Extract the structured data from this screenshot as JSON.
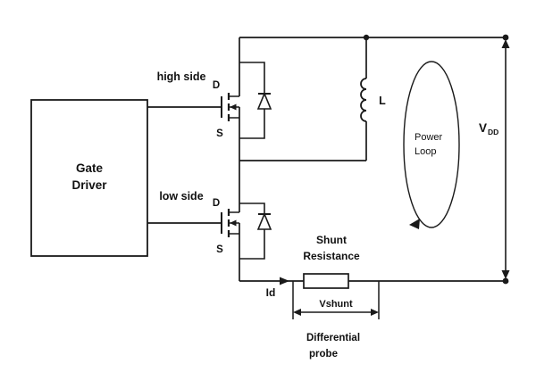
{
  "labels": {
    "gate_driver_1": "Gate",
    "gate_driver_2": "Driver",
    "high_side": "high side",
    "low_side": "low side",
    "drain_high": "D",
    "source_high": "S",
    "drain_low": "D",
    "source_low": "S",
    "inductor": "L",
    "power_loop_1": "Power",
    "power_loop_2": "Loop",
    "vdd_v": "V",
    "vdd_sub": "DD",
    "shunt_1": "Shunt",
    "shunt_2": "Resistance",
    "id_current": "Id",
    "vshunt": "Vshunt",
    "diff_probe_1": "Differential",
    "diff_probe_2": "probe"
  },
  "colors": {
    "line": "#1a1a1a",
    "background": "#ffffff"
  }
}
